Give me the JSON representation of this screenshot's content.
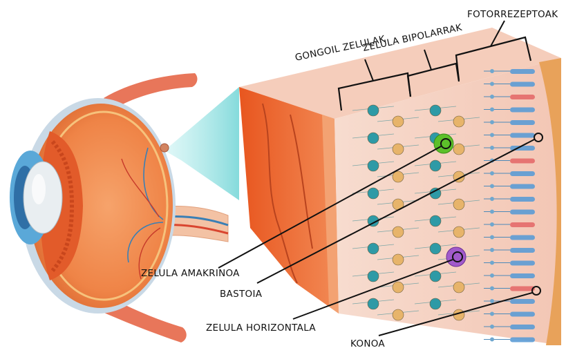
{
  "labels": {
    "fotorrezeptoak": "FOTORREZEPTOAK",
    "gongoil_zelulak": "GONGOIL ZELULAK",
    "zelula_bipolarrak": "ZELULA BIPOLARRAK",
    "zelula_amakrinoa": "ZELULA AMAKRINOA",
    "bastoia": "BASTOIA",
    "zelula_horizontala": "ZELULA HORIZONTALA",
    "konoa": "KONOA"
  },
  "colors": {
    "eye_orange": "#f08a4b",
    "retina_pink": "#f7d3c4",
    "vessel_blue": "#3a7fb5",
    "muscle_red": "#e8765a",
    "cone_blue": "#5b9bd5",
    "amacrine_green": "#5cc02a",
    "horizontal_purple": "#a15acb",
    "ganglion_teal": "#2e9aa6",
    "bipolar_tan": "#e7b46a",
    "light_beam": "#bfeef0"
  }
}
